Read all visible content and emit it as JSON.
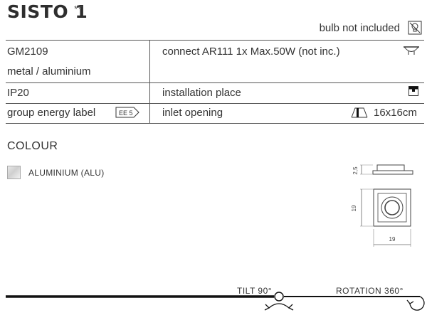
{
  "header": {
    "title": "SISTO 1",
    "stars": "**",
    "bulb_note": "bulb not included"
  },
  "specs": {
    "code": "GM2109",
    "material": "metal / aluminium",
    "ip": "IP20",
    "energy_label": "group energy label",
    "energy_badge": "EE 5",
    "connect": "connect AR111 1x Max.50W (not inc.)",
    "installation": "installation place",
    "inlet": "inlet opening",
    "inlet_size": "16x16cm"
  },
  "colour": {
    "heading": "COLOUR",
    "items": [
      {
        "label": "ALUMINIUM (ALU)",
        "color": "#d0d0d0"
      }
    ]
  },
  "dimensions": {
    "height_top": "2,5",
    "side": "19",
    "bottom": "19"
  },
  "motion": {
    "tilt": "TILT 90°",
    "rotation": "ROTATION 360°"
  }
}
